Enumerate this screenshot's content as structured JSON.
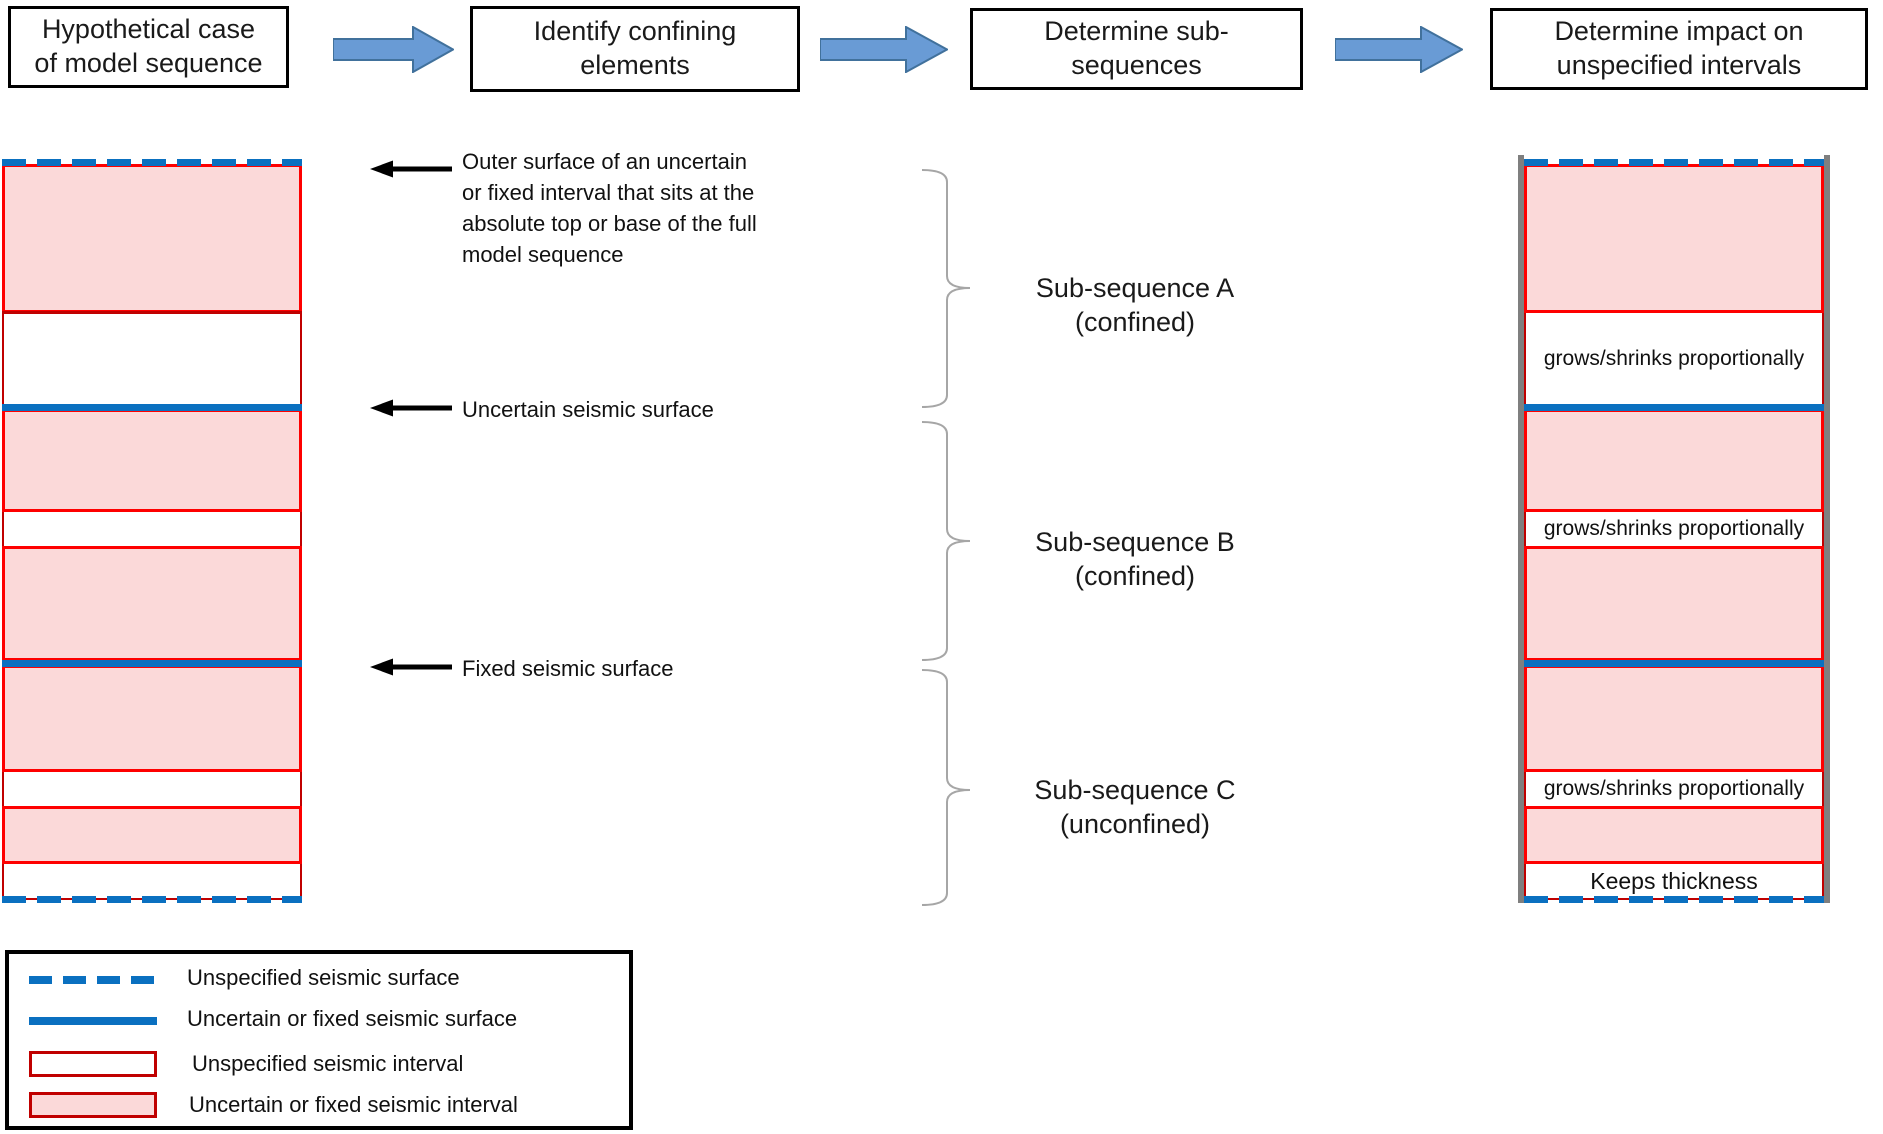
{
  "flowchart": {
    "steps": [
      {
        "label": "Hypothetical case\nof model sequence"
      },
      {
        "label": "Identify confining\nelements"
      },
      {
        "label": "Determine sub-\nsequences"
      },
      {
        "label": "Determine impact on\nunspecified intervals"
      }
    ]
  },
  "annotations": {
    "outer_surface_label": "Outer surface of an uncertain\nor fixed interval that sits at the\nabsolute top or base of the full\nmodel sequence",
    "uncertain_surface_label": "Uncertain seismic surface",
    "fixed_surface_label": "Fixed seismic surface"
  },
  "subsequences": [
    {
      "name": "Sub-sequence A",
      "qualifier": "(confined)"
    },
    {
      "name": "Sub-sequence B",
      "qualifier": "(confined)"
    },
    {
      "name": "Sub-sequence C",
      "qualifier": "(unconfined)"
    }
  ],
  "right_column": {
    "band_labels": [
      "grows/shrinks proportionally",
      "grows/shrinks proportionally",
      "grows/shrinks proportionally",
      "Keeps thickness"
    ]
  },
  "legend": {
    "items": [
      {
        "symbol": "dashed-blue-line",
        "label": "Unspecified seismic surface"
      },
      {
        "symbol": "solid-blue-line",
        "label": "Uncertain or fixed seismic surface"
      },
      {
        "symbol": "white-interval-box",
        "label": "Unspecified seismic interval"
      },
      {
        "symbol": "pink-interval-box",
        "label": "Uncertain or fixed seismic interval"
      }
    ]
  },
  "colors": {
    "surface_blue": "#0a70c0",
    "interval_red": "#fe0000",
    "unspecified_red": "#c00000",
    "interval_pink_fill": "#fbd9d9",
    "arrow_fill": "#699bd5",
    "arrow_stroke": "#41719c",
    "frame_gray": "#7f7f7f",
    "brace_gray": "#a6a6a6"
  }
}
